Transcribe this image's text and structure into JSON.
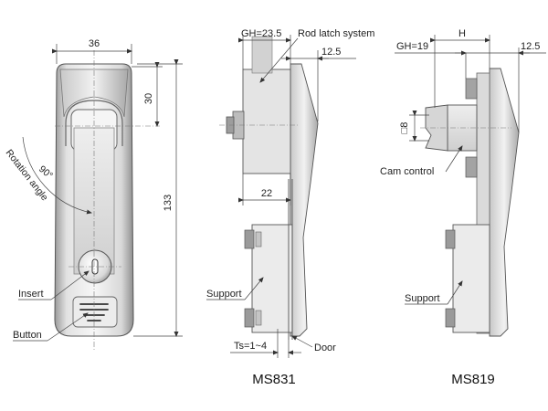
{
  "views": {
    "front": {
      "width_dim": "36",
      "top_dim": "30",
      "height_dim": "133",
      "angle_label": "90°",
      "rotation_label": "Rotation angle",
      "insert_label": "Insert",
      "button_label": "Button"
    },
    "ms831": {
      "gh_dim": "GH=23.5",
      "rod_label": "Rod latch system",
      "offset_dim": "12.5",
      "width_dim": "22",
      "support_label": "Support",
      "ts_dim": "Ts=1~4",
      "door_label": "Door",
      "caption": "MS831"
    },
    "ms819": {
      "h_dim": "H",
      "gh_dim": "GH=19",
      "offset_dim": "12.5",
      "cam_dim": "□8",
      "cam_label": "Cam control",
      "support_label": "Support",
      "caption": "MS819"
    }
  }
}
